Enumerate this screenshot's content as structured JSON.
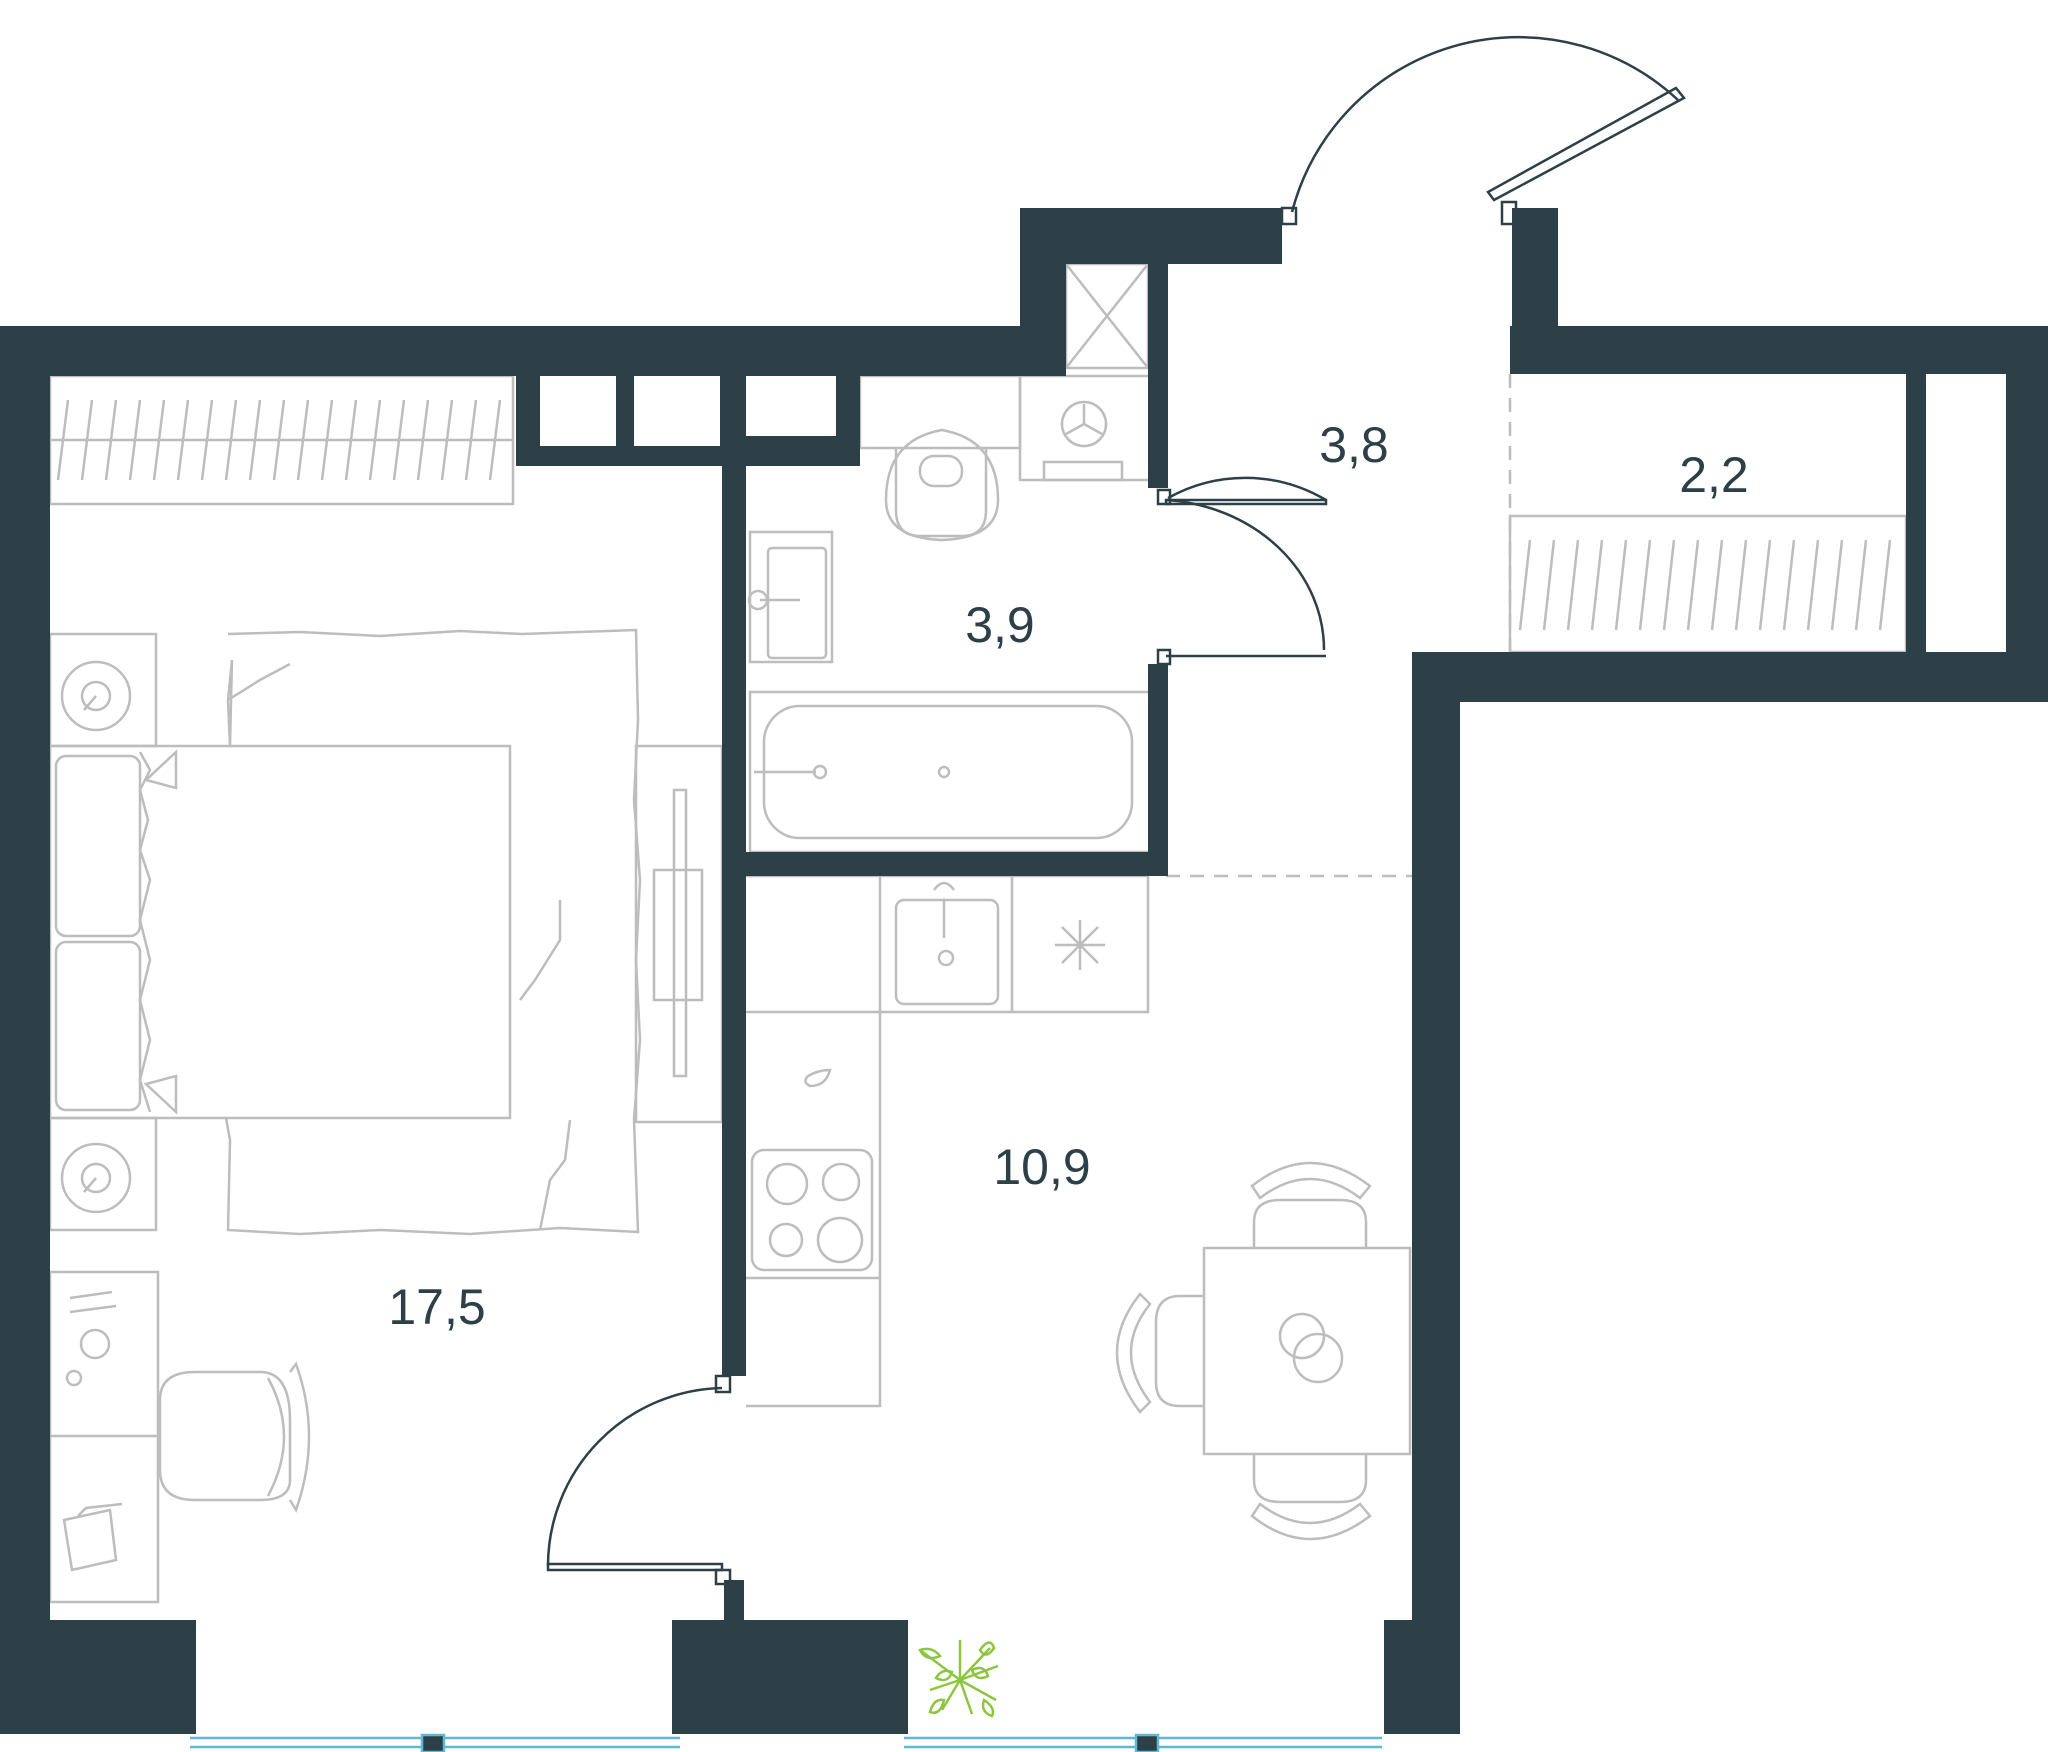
{
  "colors": {
    "wall": "#2E4047",
    "furniture": "#BDBDBD",
    "window": "#5FB8D4",
    "plant": "#8CC63F",
    "label": "#2E4047"
  },
  "rooms": {
    "bedroom": "17,5",
    "bathroom": "3,9",
    "hall": "3,8",
    "storage": "2,2",
    "kitchen": "10,9"
  }
}
